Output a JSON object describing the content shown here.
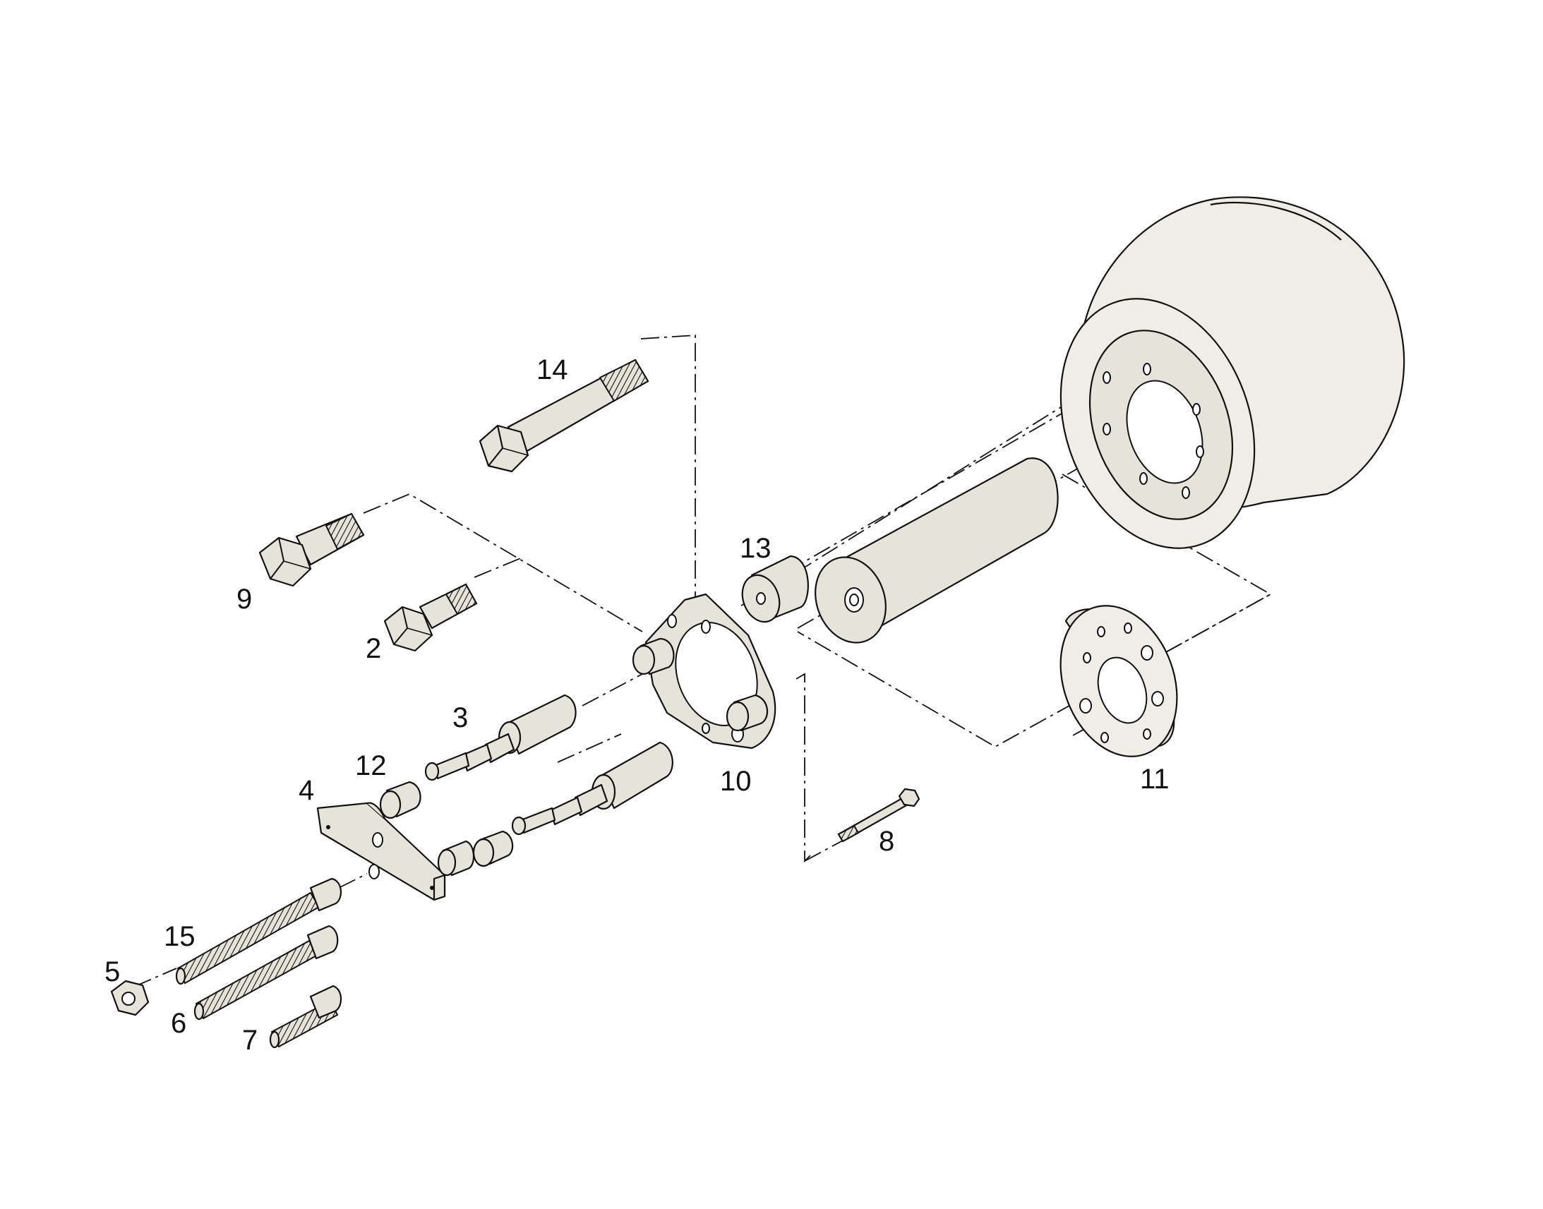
{
  "diagram": {
    "type": "exploded-parts-drawing",
    "callouts": [
      {
        "id": "p14",
        "text": "14"
      },
      {
        "id": "p13",
        "text": "13"
      },
      {
        "id": "p9",
        "text": "9"
      },
      {
        "id": "p2",
        "text": "2"
      },
      {
        "id": "p3",
        "text": "3"
      },
      {
        "id": "p12",
        "text": "12"
      },
      {
        "id": "p4",
        "text": "4"
      },
      {
        "id": "p10",
        "text": "10"
      },
      {
        "id": "p11",
        "text": "11"
      },
      {
        "id": "p8",
        "text": "8"
      },
      {
        "id": "p15",
        "text": "15"
      },
      {
        "id": "p5",
        "text": "5"
      },
      {
        "id": "p6",
        "text": "6"
      },
      {
        "id": "p7",
        "text": "7"
      }
    ],
    "part_fill_color": "#e6e4da",
    "line_color": "#111111"
  }
}
